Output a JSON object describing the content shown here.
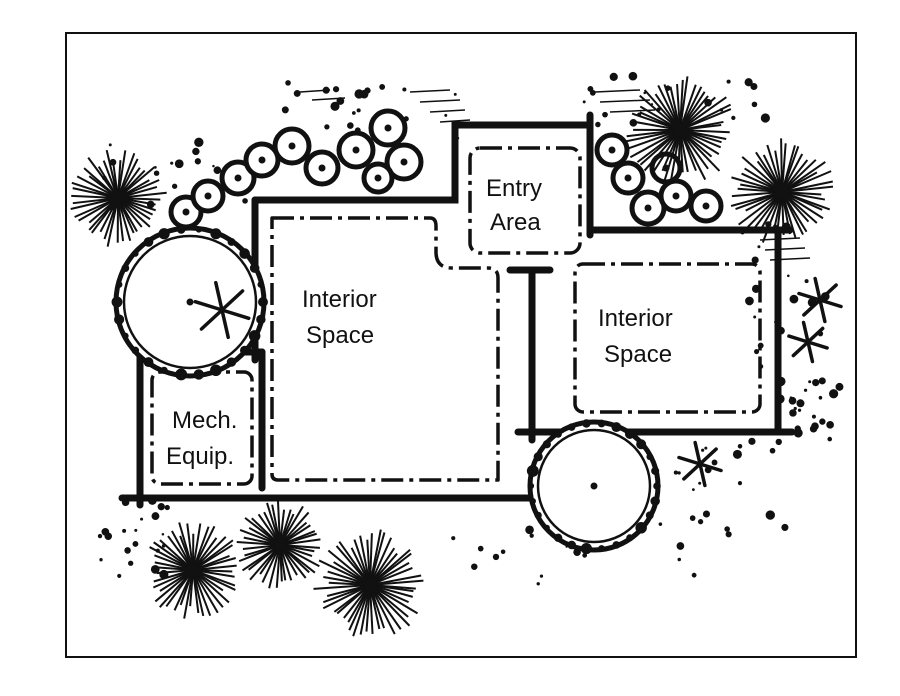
{
  "diagram": {
    "labels": {
      "entry": [
        "Entry",
        "Area"
      ],
      "interior_left": [
        "Interior",
        "Space"
      ],
      "interior_right": [
        "Interior",
        "Space"
      ],
      "mech": [
        "Mech.",
        "Equip."
      ]
    }
  },
  "colors": {
    "ink": "#111111",
    "background": "#ffffff"
  },
  "icons": [
    "star-shrub-icon",
    "round-tree-icon",
    "bubble-shrub-icon",
    "small-star-plant-icon"
  ]
}
